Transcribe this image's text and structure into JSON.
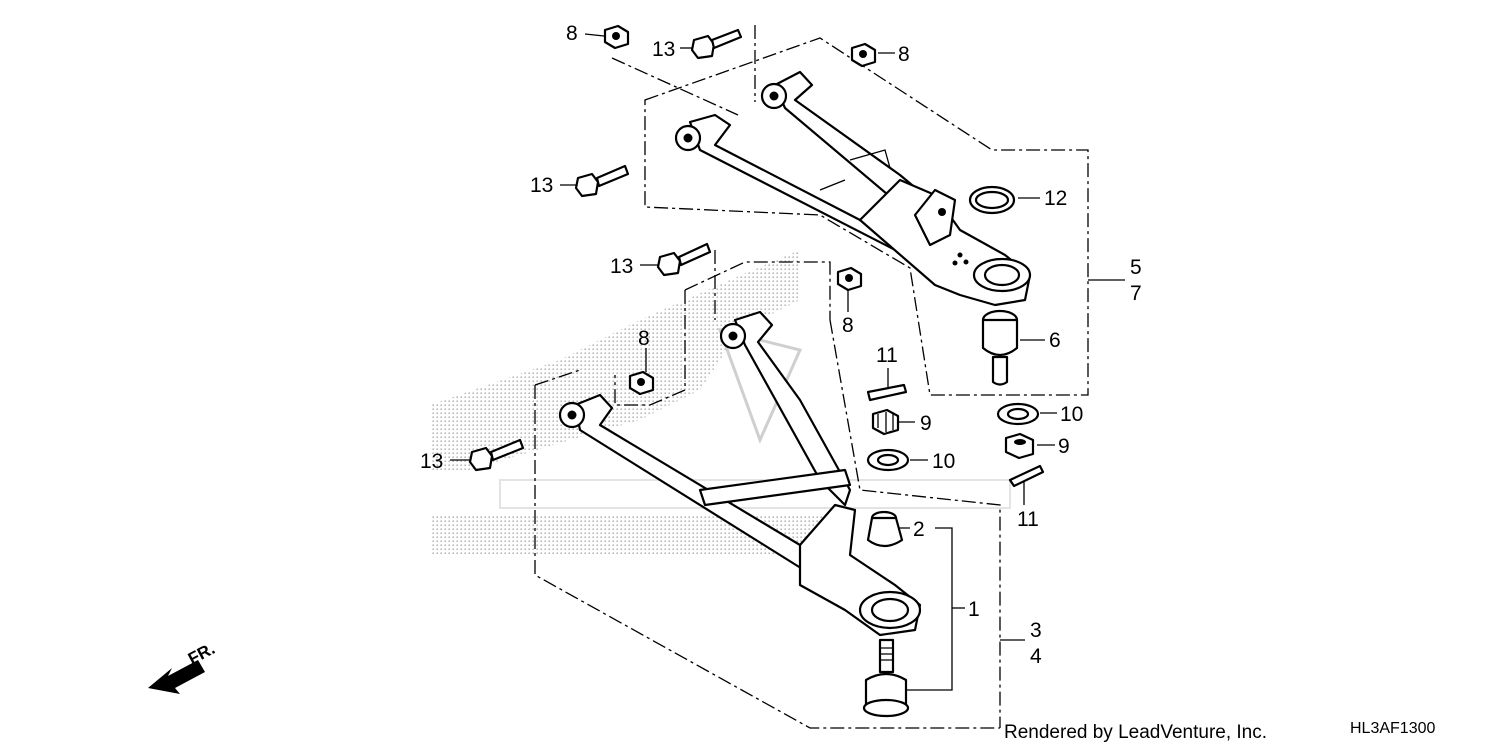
{
  "diagram": {
    "callouts": {
      "c8_top_left": "8",
      "c13_top": "13",
      "c8_top_right": "8",
      "c13_upper_arm": "13",
      "c12": "12",
      "c5": "5",
      "c7": "7",
      "c6": "6",
      "c13_lower_top": "13",
      "c8_lower_right": "8",
      "c8_lower_left": "8",
      "c11_left": "11",
      "c9_left": "9",
      "c10_left": "10",
      "c10_right": "10",
      "c9_right": "9",
      "c11_right": "11",
      "c13_lower_left": "13",
      "c2": "2",
      "c1": "1",
      "c3": "3",
      "c4": "4"
    },
    "direction_label": "FR.",
    "credit": "Rendered by LeadVenture, Inc.",
    "diagram_code": "HL3AF1300"
  }
}
